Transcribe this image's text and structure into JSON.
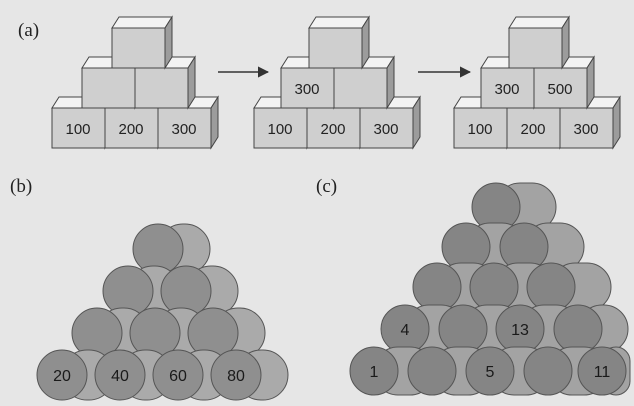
{
  "panel_a": {
    "label": "(a)",
    "step1": {
      "bottom": [
        "100",
        "200",
        "300"
      ],
      "middle": [
        "",
        ""
      ]
    },
    "step2": {
      "bottom": [
        "100",
        "200",
        "300"
      ],
      "middle": [
        "300",
        ""
      ]
    },
    "step3": {
      "bottom": [
        "100",
        "200",
        "300"
      ],
      "middle": [
        "300",
        "500"
      ]
    }
  },
  "panel_b": {
    "label": "(b)",
    "bottom_row": [
      "20",
      "40",
      "60",
      "80"
    ]
  },
  "panel_c": {
    "label": "(c)",
    "rows": [
      [
        "1",
        "",
        "5",
        "",
        "11"
      ],
      [
        "4",
        "",
        "13",
        ""
      ],
      [
        "",
        "",
        ""
      ],
      [
        "",
        ""
      ],
      [
        ""
      ]
    ]
  }
}
